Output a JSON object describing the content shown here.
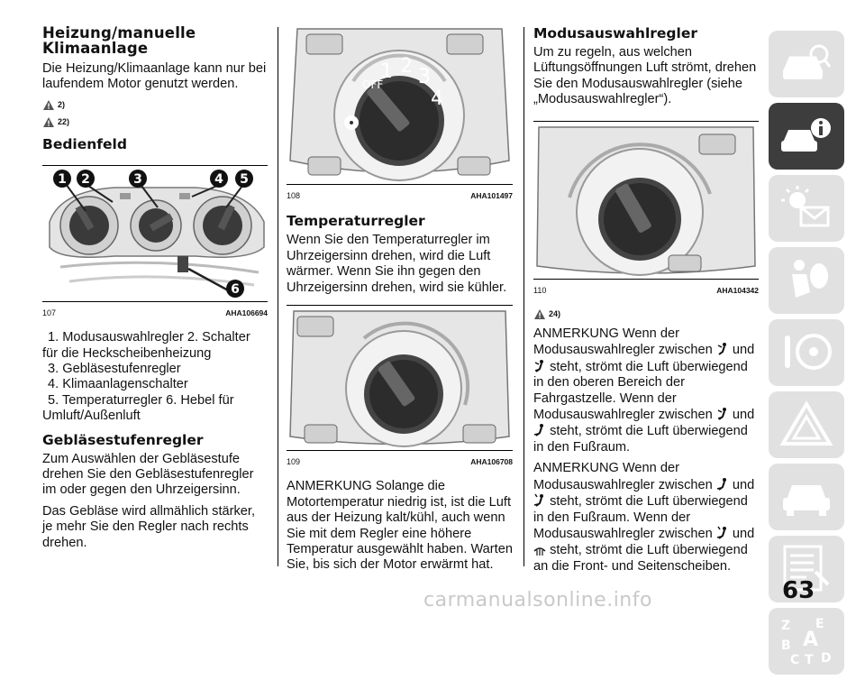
{
  "col1": {
    "title": "Heizung/manuelle Klimaanlage",
    "intro": "Die Heizung/Klimaanlage kann nur bei laufendem Motor genutzt werden.",
    "warn1": "2)",
    "warn2": "22)",
    "section": "Bedienfeld",
    "figure": {
      "number": "107",
      "code": "AHA106694",
      "callouts": [
        "1",
        "2",
        "3",
        "4",
        "5",
        "6"
      ]
    },
    "legend": [
      "1. Modusauswahlregler  2. Schalter für die Heckscheibenheizung",
      "3. Gebläsestufenregler",
      "4. Klimaanlagenschalter",
      "5. Temperaturregler  6. Hebel für Umluft/Außenluft"
    ],
    "fan_title": "Gebläsestufenregler",
    "fan_p1": "Zum Auswählen der Gebläsestufe drehen Sie den Gebläsestufenregler im oder gegen den Uhrzeigersinn.",
    "fan_p2": "Das Gebläse wird allmählich stärker, je mehr Sie den Regler nach rechts drehen."
  },
  "col2": {
    "figure1": {
      "number": "108",
      "code": "AHA101497",
      "dial_labels": [
        "OFF",
        "1",
        "2",
        "3",
        "4"
      ]
    },
    "temp_title": "Temperaturregler",
    "temp_p": "Wenn Sie den Temperaturregler im Uhrzeigersinn drehen, wird die Luft wärmer. Wenn Sie ihn gegen den Uhrzeigersinn drehen, wird sie kühler.",
    "figure2": {
      "number": "109",
      "code": "AHA106708"
    },
    "note": "ANMERKUNG  Solange die Motortemperatur niedrig ist, ist die Luft aus der Heizung kalt/kühl, auch wenn Sie mit dem Regler eine höhere Temperatur ausgewählt haben. Warten Sie, bis sich der Motor erwärmt hat."
  },
  "col3": {
    "mode_title": "Modusauswahlregler",
    "mode_p": "Um zu regeln, aus welchen Lüftungsöffnungen Luft strömt, drehen Sie den Modusauswahlregler (siehe „Modusauswahlregler“).",
    "figure": {
      "number": "110",
      "code": "AHA104342"
    },
    "warn": "24)",
    "note1a": "ANMERKUNG  Wenn der Modusauswahlregler zwischen",
    "note1b": "und",
    "note1c": "steht, strömt die Luft überwiegend in den oberen Bereich der Fahrgastzelle. Wenn der Modusauswahlregler zwischen",
    "note1d": "und",
    "note1e": "steht, strömt die Luft überwiegend in den Fußraum.",
    "note2a": "ANMERKUNG  Wenn der Modusauswahlregler zwischen",
    "note2b": "und",
    "note2c": "steht, strömt die Luft überwiegend in den Fußraum. Wenn der Modusauswahlregler zwischen",
    "note2d": "und",
    "note2e": "steht, strömt die Luft überwiegend an die Front- und Seitenscheiben."
  },
  "tabs": {
    "icons": [
      "car-search-icon",
      "car-info-icon",
      "warning-light-mail-icon",
      "airbag-person-icon",
      "steering-wheel-key-icon",
      "warning-triangle-icon",
      "car-service-icon",
      "checklist-icon",
      "index-letters-icon"
    ],
    "index_letters": [
      "Z",
      "E",
      "A",
      "B",
      "C",
      "T",
      "D"
    ],
    "active_color": "#3d3d3d",
    "inactive_color": "#e1e1e1"
  },
  "page_number": "63",
  "watermark": "carmanualsonline.info"
}
